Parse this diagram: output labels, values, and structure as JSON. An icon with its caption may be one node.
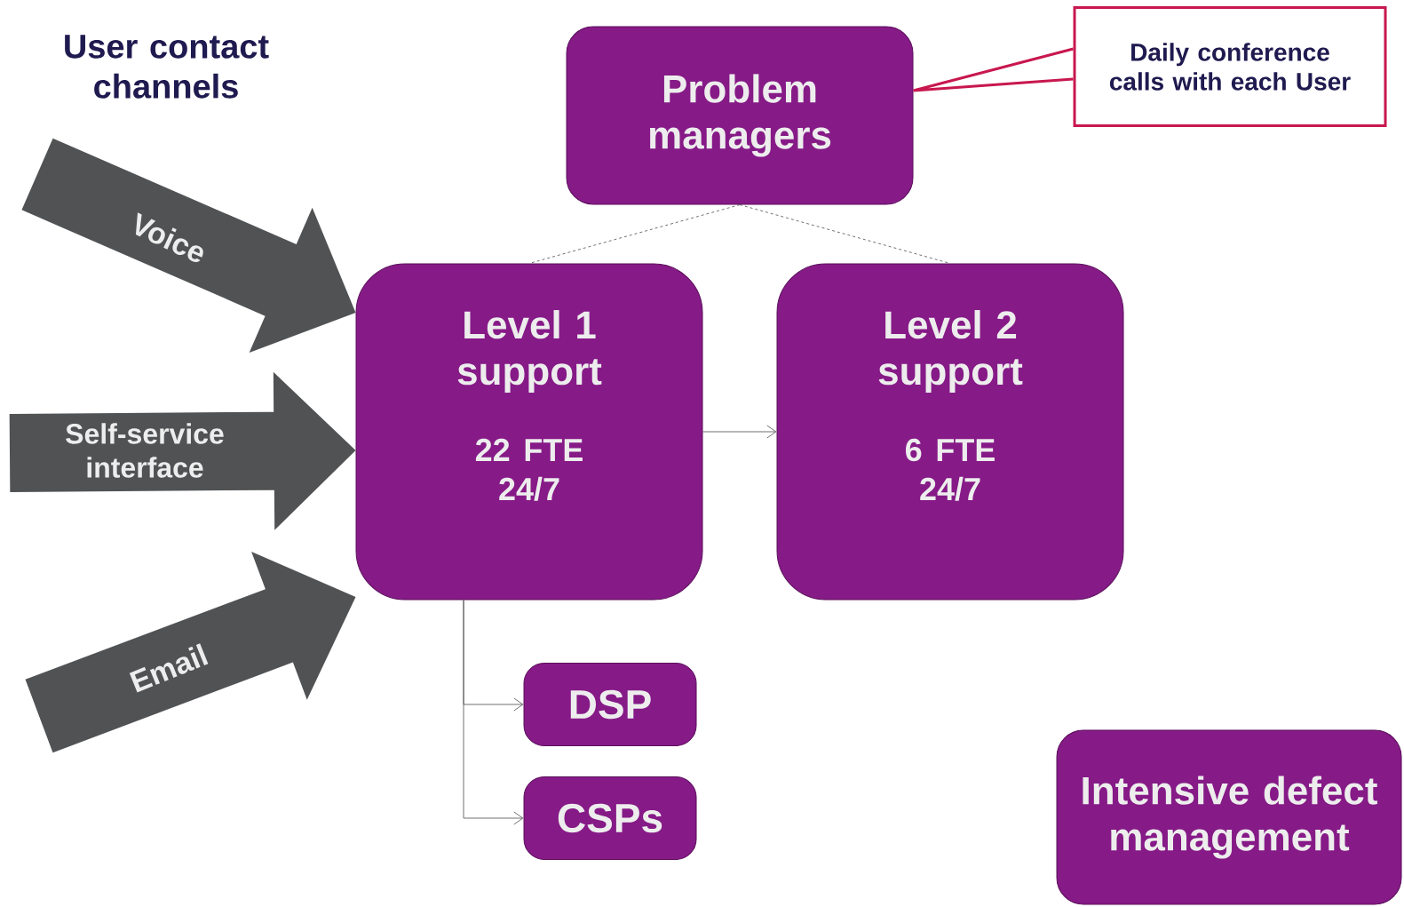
{
  "diagram": {
    "title": "User contact channels",
    "nodes": [
      {
        "text": [
          "Problem managers"
        ]
      },
      {
        "text": [
          "Daily conference calls with each User"
        ]
      },
      {
        "text": [
          "Level 1 support",
          "22 FTE 24/7"
        ]
      },
      {
        "text": [
          "Level 2 support",
          "6 FTE 24/7"
        ]
      },
      {
        "text": [
          "DSP"
        ]
      },
      {
        "text": [
          "CSPs"
        ]
      },
      {
        "text": [
          "Intensive defect management"
        ]
      }
    ],
    "edges": [
      {
        "from": 1,
        "to": 0,
        "arrow": "none",
        "color": "#c8174f"
      },
      {
        "from": 0,
        "to": 2,
        "arrow": "none",
        "style": "dashed"
      },
      {
        "from": 0,
        "to": 3,
        "arrow": "none",
        "style": "dashed"
      },
      {
        "from": 2,
        "to": 3,
        "arrow": "to"
      },
      {
        "from": 2,
        "to": 4,
        "arrow": "to"
      },
      {
        "from": 2,
        "to": 5,
        "arrow": "to"
      },
      {
        "from": null,
        "to": 2,
        "arrow": "to",
        "label": "Voice",
        "style": "thick"
      },
      {
        "from": null,
        "to": 2,
        "arrow": "to",
        "label": "Self-service interface",
        "style": "thick"
      },
      {
        "from": null,
        "to": 2,
        "arrow": "to",
        "label": "Email",
        "style": "thick"
      }
    ]
  }
}
